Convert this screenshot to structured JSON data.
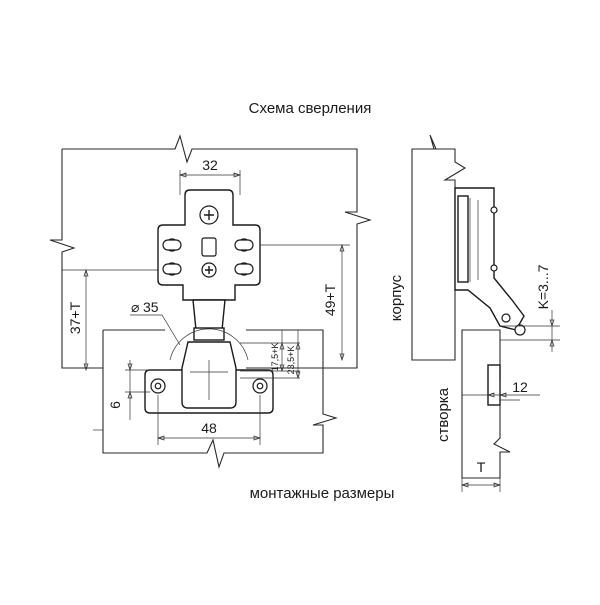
{
  "titles": {
    "drilling_scheme": "Схема сверления",
    "mounting_dimensions": "монтажные размеры"
  },
  "dimensions": {
    "d32": "32",
    "d48": "48",
    "d6": "6",
    "d35": "35",
    "d37t": "37+T",
    "d49t": "49+T",
    "d175k": "17,5+K",
    "d235k": "23,5+K",
    "d12": "12",
    "dT": "T",
    "dK": "K=3...7"
  },
  "labels": {
    "body": "корпус",
    "door": "створка"
  },
  "symbols": {
    "diameter": "⌀"
  },
  "colors": {
    "line": "#2a2a2a",
    "background": "#ffffff"
  }
}
